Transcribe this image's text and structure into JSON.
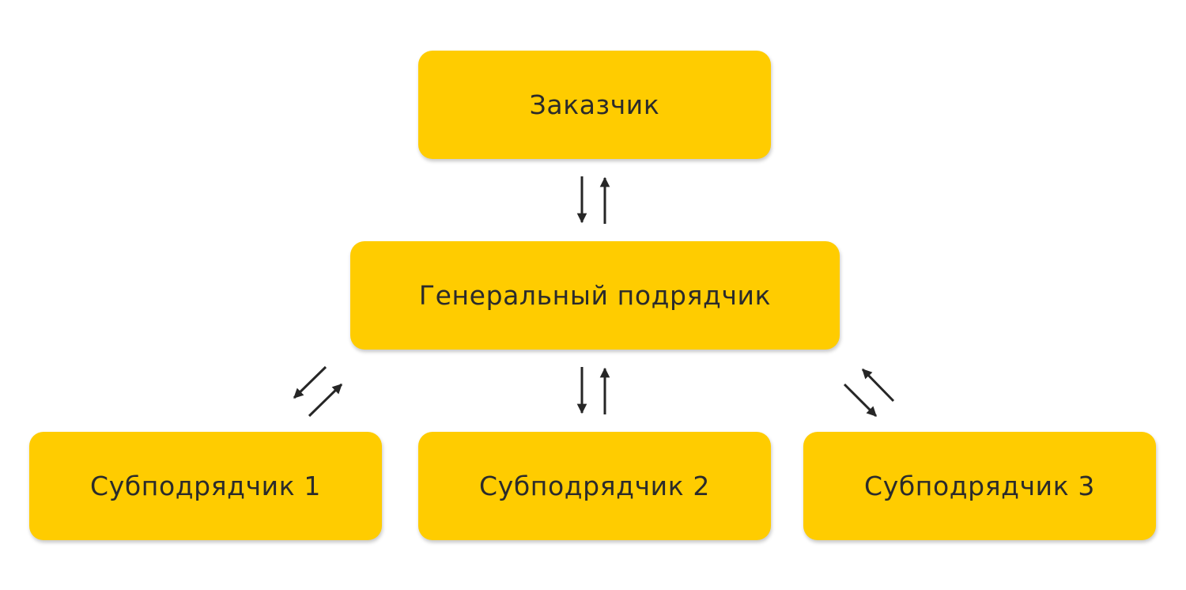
{
  "diagram": {
    "colors": {
      "box_fill": "#ffcc00",
      "text": "#2b2b2b",
      "arrow": "#262626"
    },
    "nodes": {
      "customer": "Заказчик",
      "general_contractor": "Генеральный подрядчик",
      "subcontractor_1": "Субподрядчик 1",
      "subcontractor_2": "Субподрядчик 2",
      "subcontractor_3": "Субподрядчик 3"
    },
    "connections": [
      {
        "from": "customer",
        "to": "general_contractor",
        "direction": "bidirectional"
      },
      {
        "from": "general_contractor",
        "to": "subcontractor_1",
        "direction": "bidirectional"
      },
      {
        "from": "general_contractor",
        "to": "subcontractor_2",
        "direction": "bidirectional"
      },
      {
        "from": "general_contractor",
        "to": "subcontractor_3",
        "direction": "bidirectional"
      }
    ]
  }
}
